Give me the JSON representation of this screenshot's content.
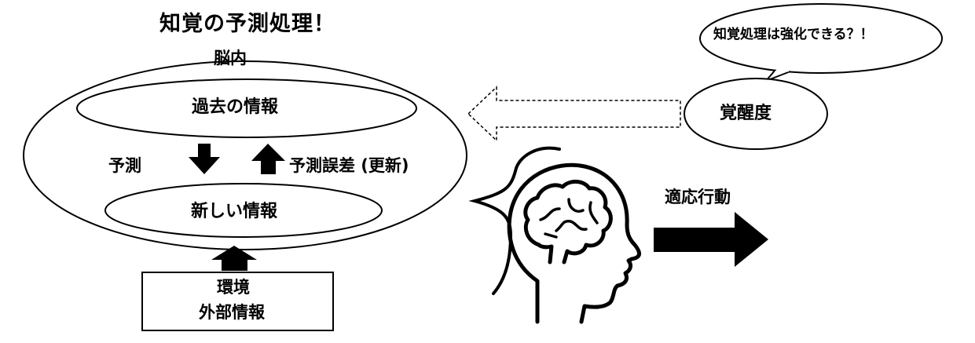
{
  "diagram": {
    "title": "知覚の予測処理！",
    "brain_label": "脳内",
    "past_info": "過去の情報",
    "predict_label": "予測",
    "prediction_error_label": "予測誤差 (更新)",
    "new_info": "新しい情報",
    "environment": {
      "line1": "環境",
      "line2": "外部情報"
    },
    "thought_bubble": "知覚処理は強化できる？！",
    "arousal": "覚醒度",
    "adaptive_behavior": "適応行動"
  },
  "colors": {
    "stroke": "#000000",
    "fill": "#ffffff"
  },
  "icons": [
    "head-brain-icon",
    "curly-brace-icon",
    "arrow-down-icon",
    "arrow-up-icon",
    "arrow-right-icon",
    "dashed-arrow-left-icon"
  ]
}
